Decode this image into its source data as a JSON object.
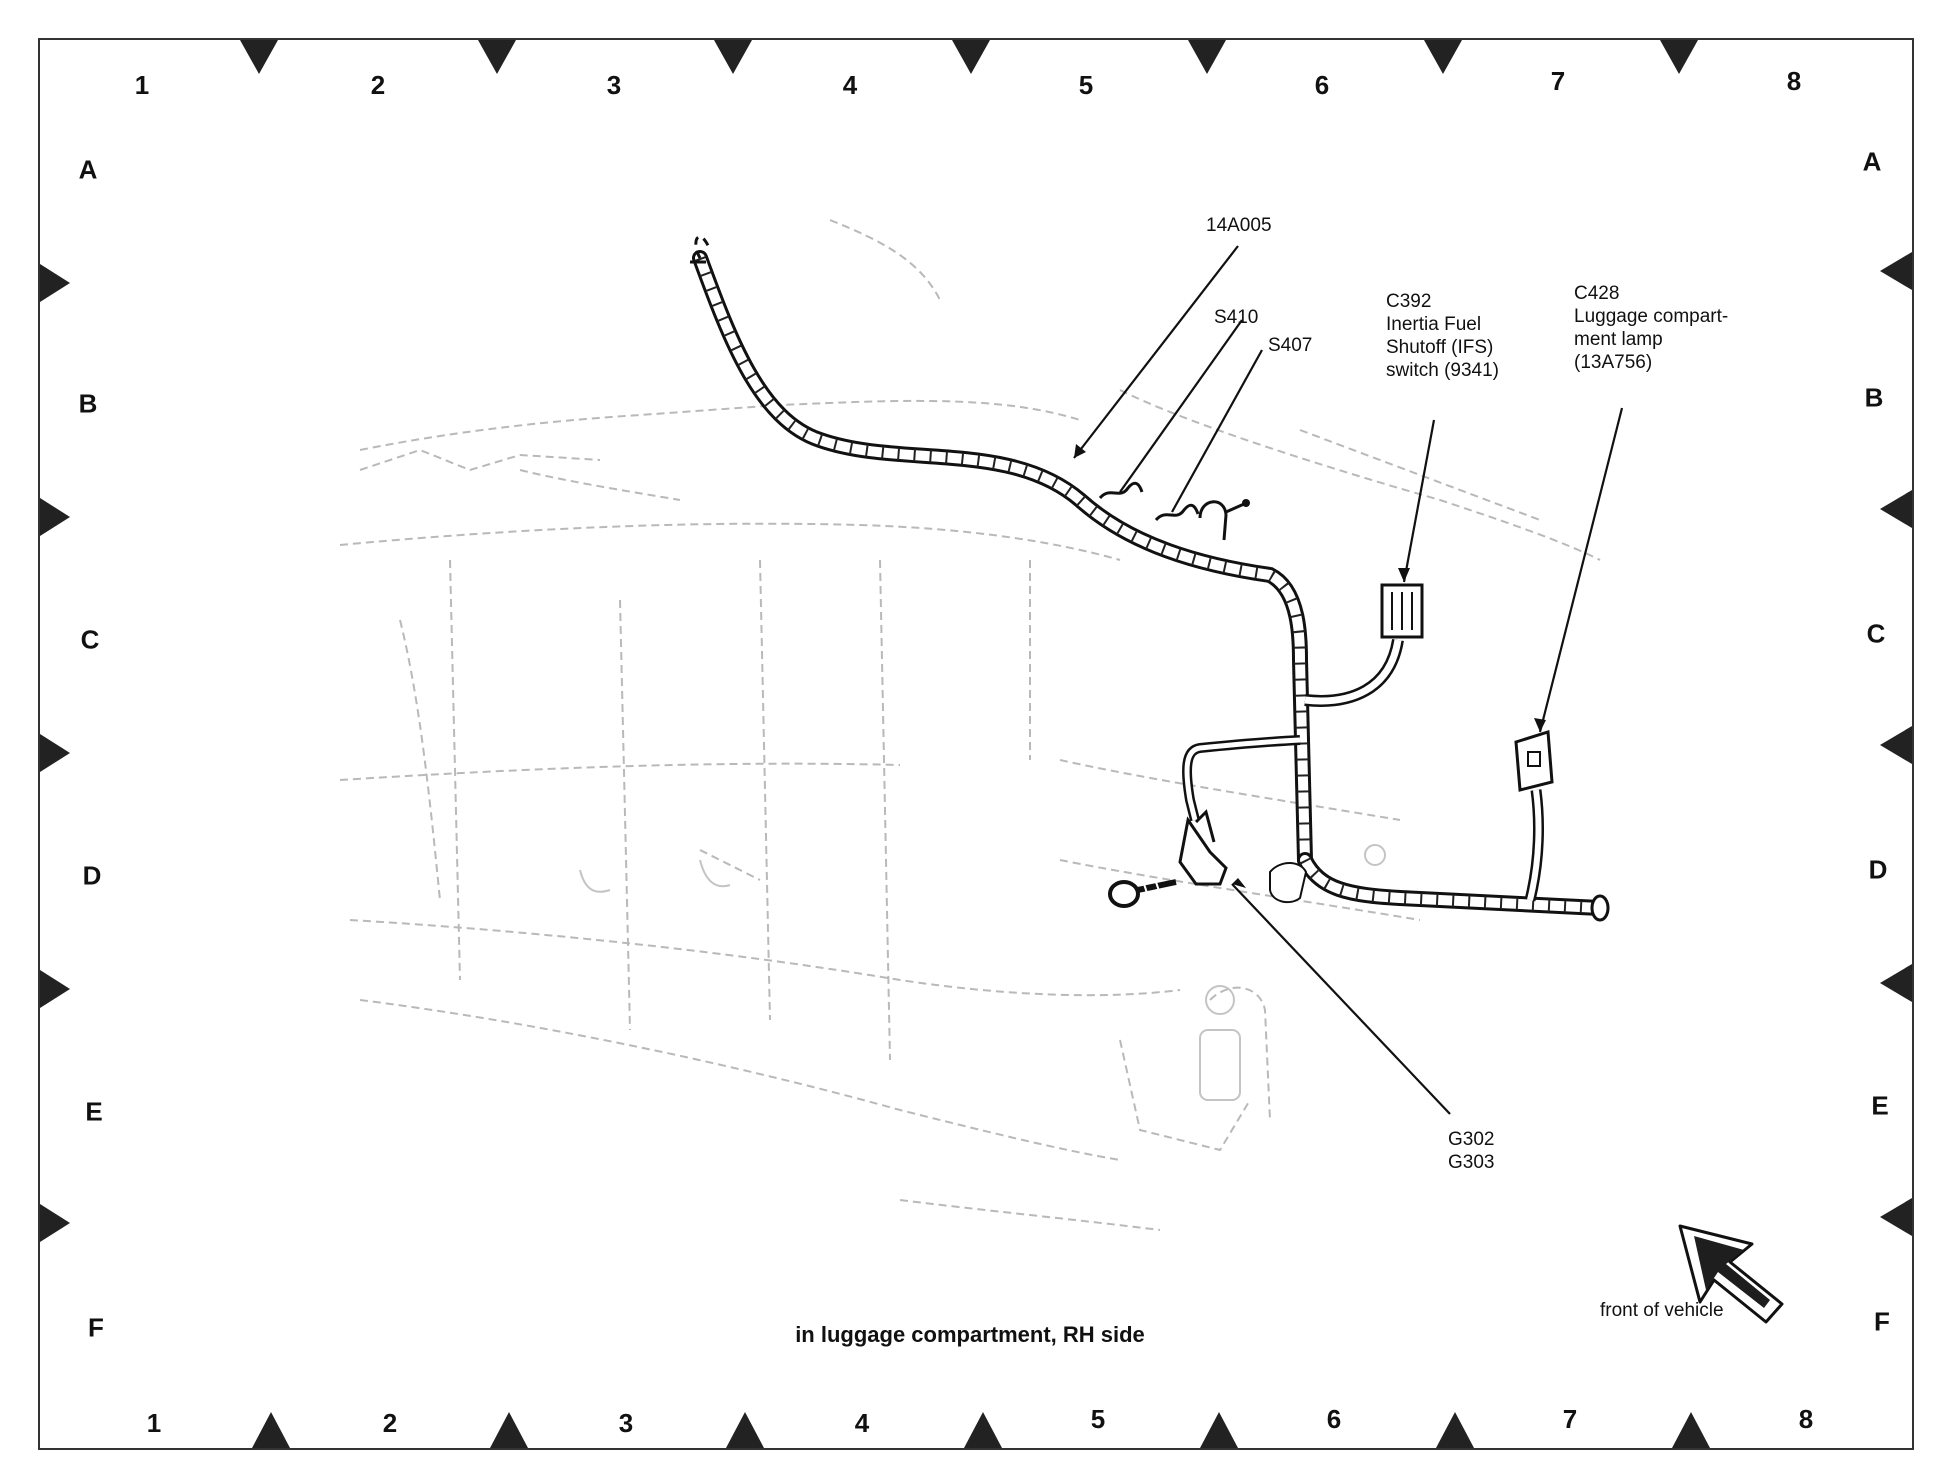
{
  "grid": {
    "columns": [
      "1",
      "2",
      "3",
      "4",
      "5",
      "6",
      "7",
      "8"
    ],
    "rows": [
      "A",
      "B",
      "C",
      "D",
      "E",
      "F"
    ]
  },
  "callouts": {
    "harness": "14A005",
    "splice_s410": "S410",
    "splice_s407": "S407",
    "c392": {
      "id": "C392",
      "line1": "Inertia Fuel",
      "line2": "Shutoff (IFS)",
      "line3": "switch (9341)"
    },
    "c428": {
      "id": "C428",
      "line1": "Luggage compart-",
      "line2": "ment lamp",
      "line3": "(13A756)"
    },
    "ground": {
      "line1": "G302",
      "line2": "G303"
    }
  },
  "caption": "in luggage compartment, RH side",
  "direction_label": "front of vehicle"
}
